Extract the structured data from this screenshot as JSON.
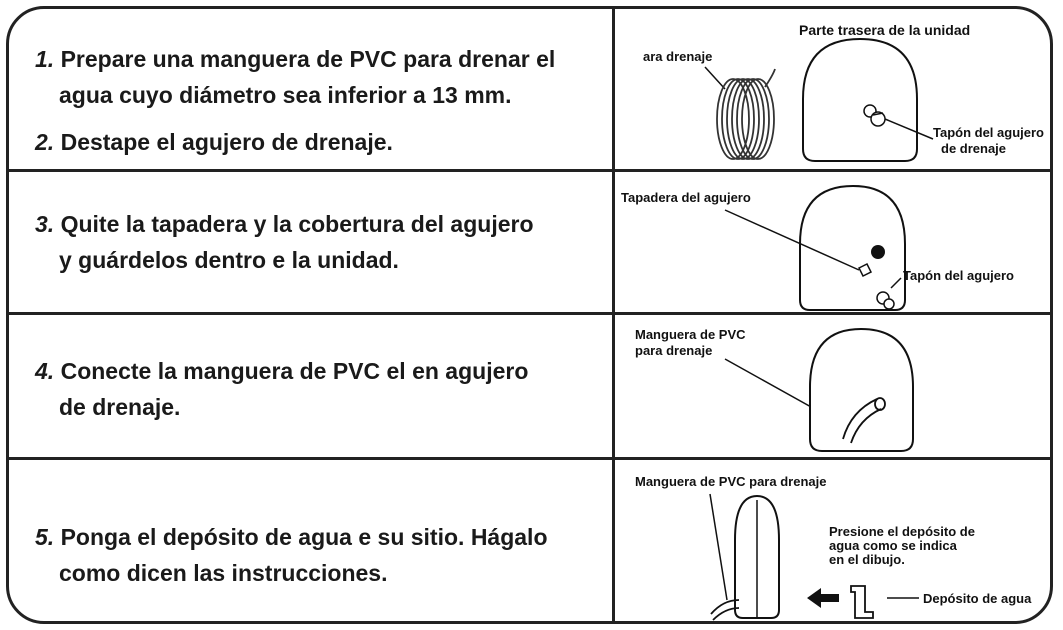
{
  "steps": [
    {
      "number": "1.",
      "line1": "Prepare una manguera de PVC para drenar el",
      "line2": "agua cuyo diámetro sea inferior a 13 mm."
    },
    {
      "number": "2.",
      "line1": "Destape el agujero de drenaje."
    },
    {
      "number": "3.",
      "line1": "Quite la tapadera y la cobertura del agujero",
      "line2": "y guárdelos dentro e la unidad."
    },
    {
      "number": "4.",
      "line1": "Conecte la manguera de PVC el en agujero",
      "line2": "de drenaje."
    },
    {
      "number": "5.",
      "line1": "Ponga el depósito de agua e su sitio. Hágalo",
      "line2": "como dicen las instrucciones."
    }
  ],
  "figures": {
    "fig1": {
      "top_label": "Parte trasera de la unidad",
      "hose_label": "ara drenaje",
      "plug_label_1": "Tapón del agujero",
      "plug_label_2": "de drenaje"
    },
    "fig2": {
      "cover_label": "Tapadera del agujero",
      "plug_label": "Tapón del agujero"
    },
    "fig3": {
      "hose_label_1": "Manguera de PVC",
      "hose_label_2": "para drenaje"
    },
    "fig4": {
      "hose_label": "Manguera de PVC para drenaje",
      "press_1": "Presione el depósito de",
      "press_2": "agua como se indica",
      "press_3": "en el dibujo.",
      "tank_label": "Depósito de agua"
    }
  }
}
